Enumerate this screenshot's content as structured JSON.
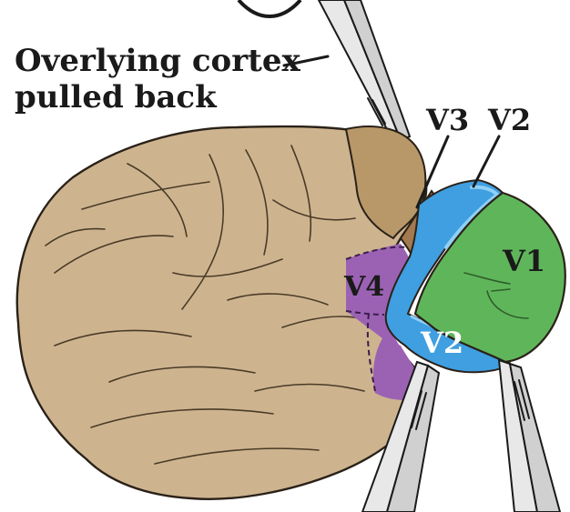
{
  "annotation": {
    "line1": "Overlying cortex",
    "line2": "pulled back"
  },
  "areas": {
    "v3": "V3",
    "v2_top": "V2",
    "v1": "V1",
    "v4": "V4",
    "v2_bottom": "V2"
  },
  "colors": {
    "cortex": "#cdb48f",
    "cortex_shadow": "#a78b62",
    "v1": "#5fb65a",
    "v2": "#3f9fe0",
    "v3": "#a37a4f",
    "v4": "#9b62b4",
    "outline": "#2a2118"
  }
}
